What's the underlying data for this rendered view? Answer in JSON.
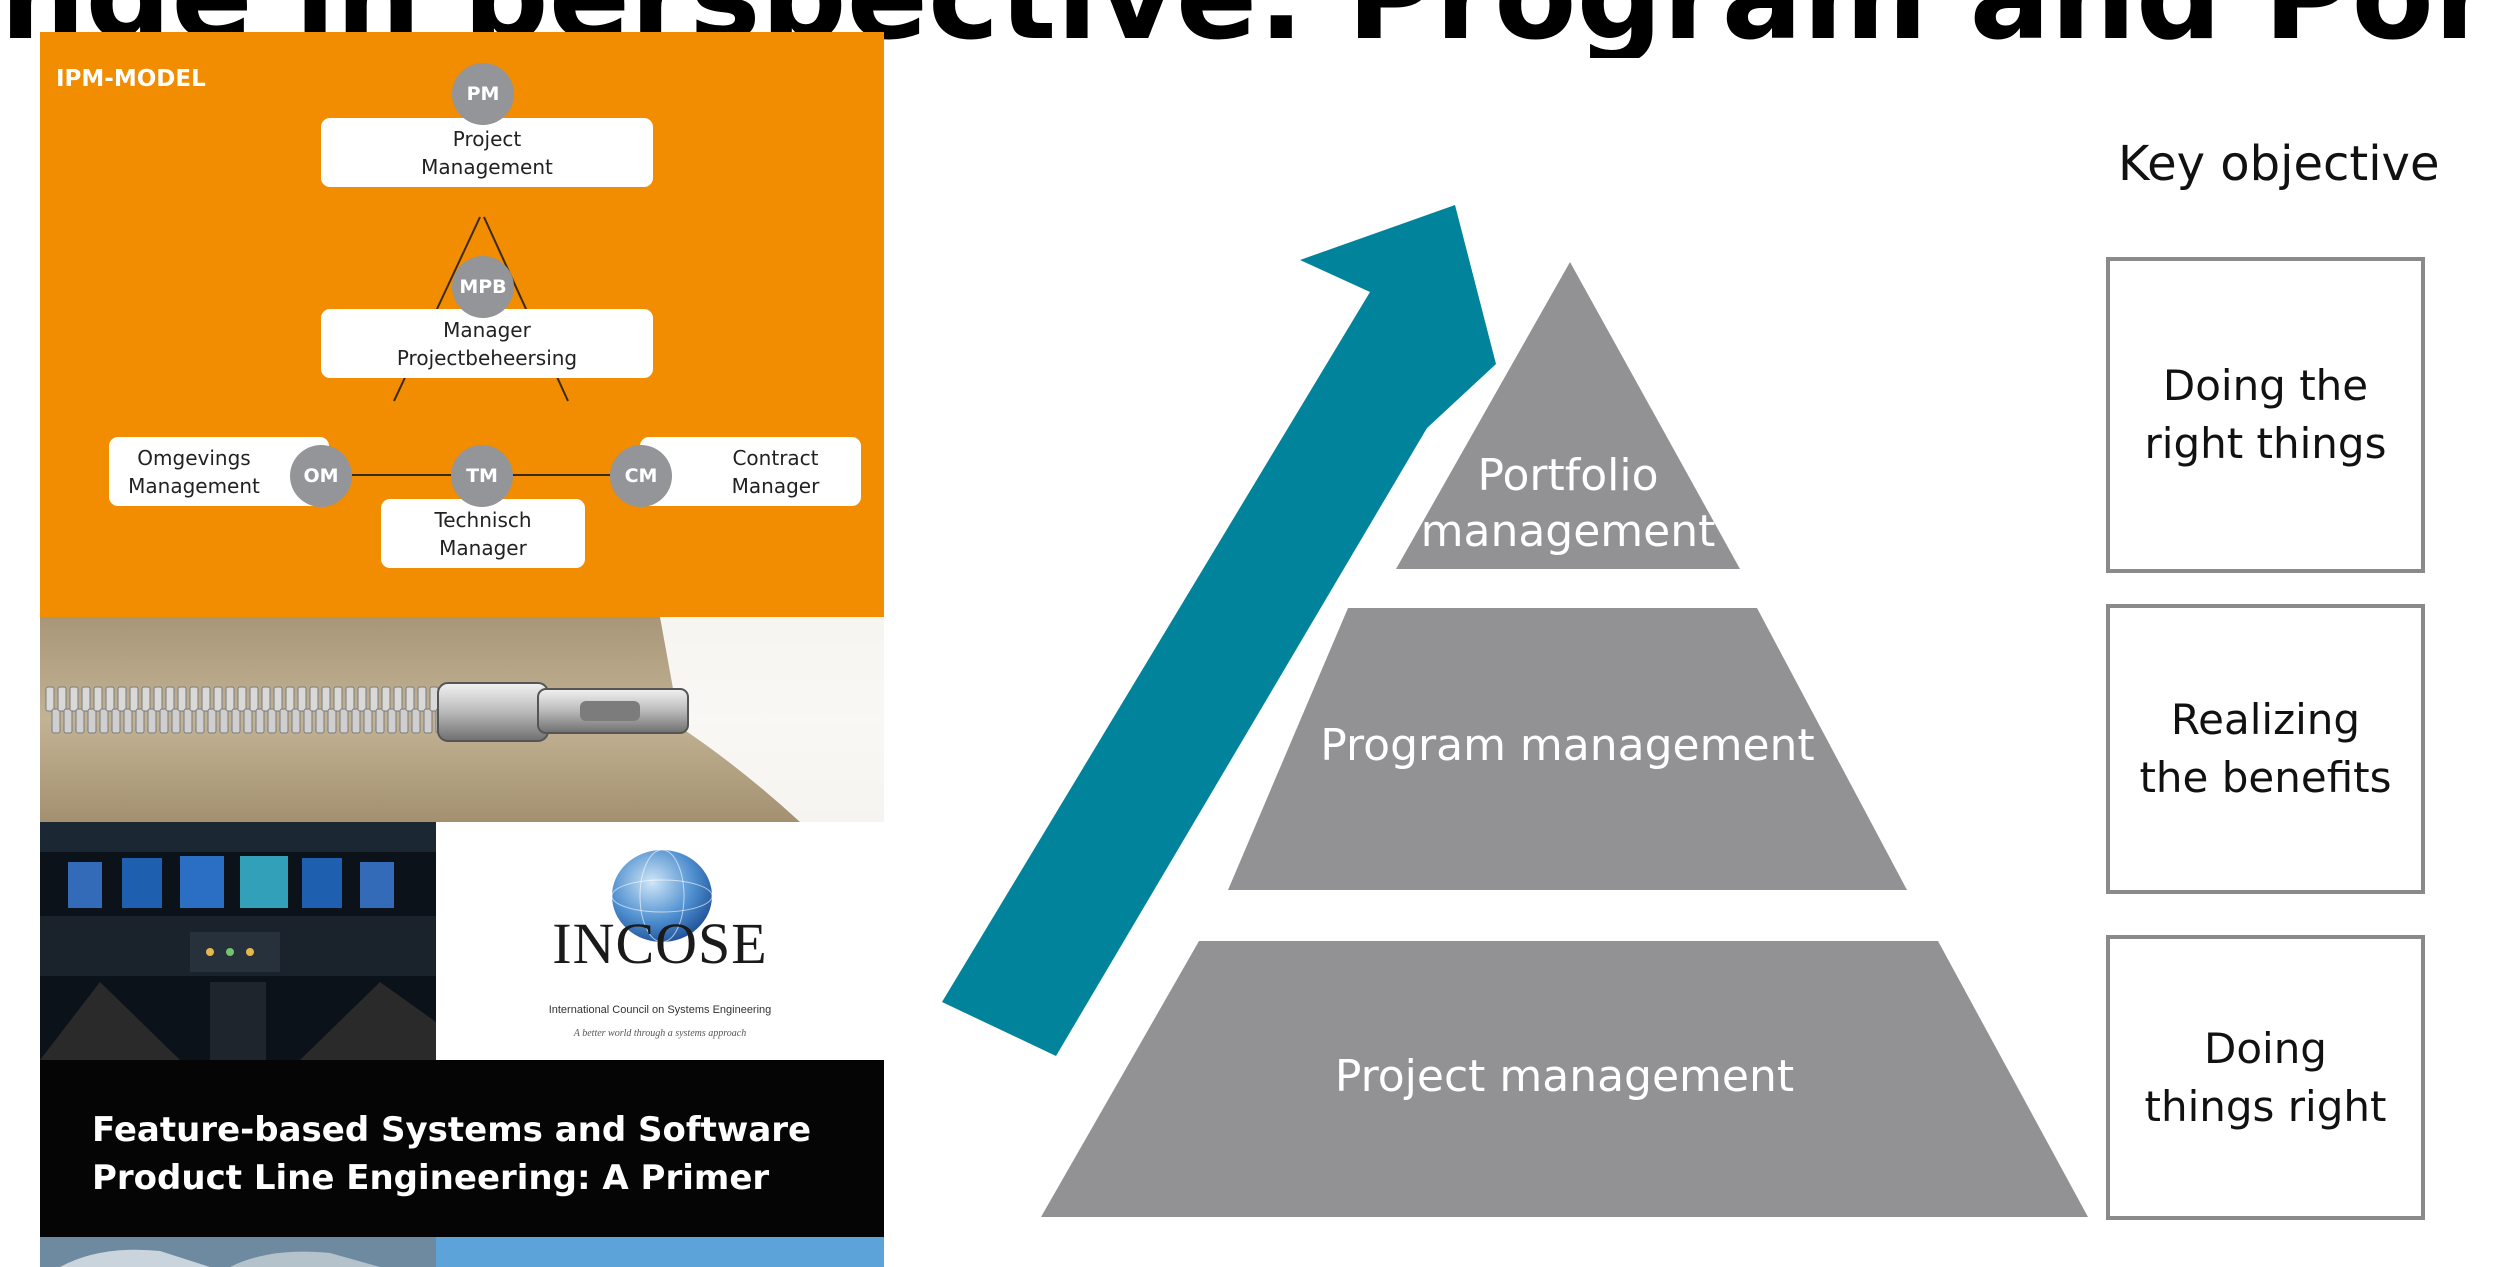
{
  "headline": "nge in perspective: Program and Portfolio Management",
  "ipm_model": {
    "title": "IPM-MODEL",
    "roles": {
      "pm": {
        "abbr": "PM",
        "label_line1": "Project",
        "label_line2": "Management"
      },
      "mpb": {
        "abbr": "MPB",
        "label_line1": "Manager",
        "label_line2": "Projectbeheersing"
      },
      "om": {
        "abbr": "OM",
        "label_line1": "Omgevings",
        "label_line2": "Management"
      },
      "tm": {
        "abbr": "TM",
        "label_line1": "Technisch",
        "label_line2": "Manager"
      },
      "cm": {
        "abbr": "CM",
        "label_line1": "Contract",
        "label_line2": "Manager"
      }
    }
  },
  "incose_cover": {
    "logo_text": "INCOSE",
    "org_name": "International Council on Systems Engineering",
    "tagline": "A better world through a systems approach",
    "title_line1": "Feature-based Systems and Software",
    "title_line2": "Product Line Engineering: A Primer"
  },
  "pyramid": {
    "key_objective_title": "Key objective",
    "tiers": [
      {
        "label_line1": "Portfolio",
        "label_line2": "management",
        "objective_line1": "Doing the",
        "objective_line2": "right things"
      },
      {
        "label_line1": "Program management",
        "label_line2": "",
        "objective_line1": "Realizing",
        "objective_line2": "the benefits"
      },
      {
        "label_line1": "Project management",
        "label_line2": "",
        "objective_line1": "Doing",
        "objective_line2": "things right"
      }
    ],
    "colors": {
      "tier_fill": "#929294",
      "arrow": "#00839b",
      "box_border": "#8a8a8a"
    }
  }
}
